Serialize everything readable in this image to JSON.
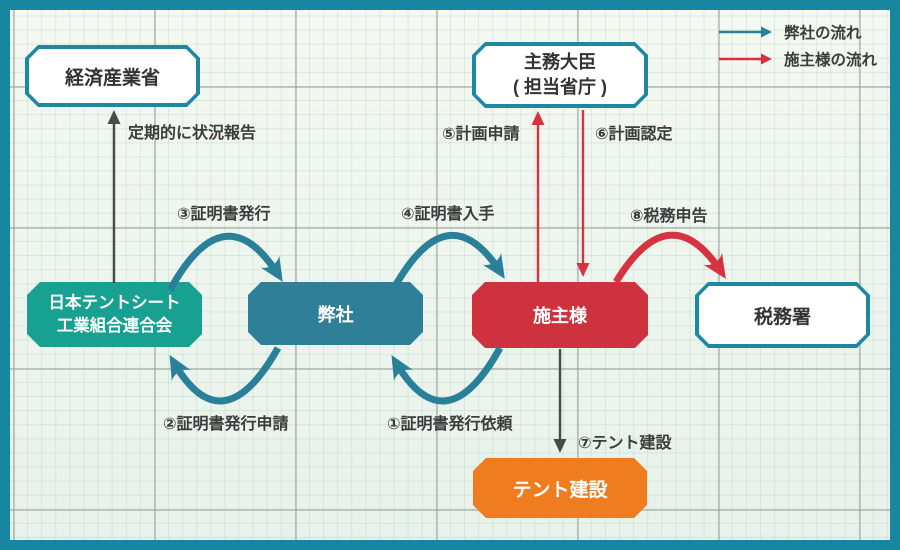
{
  "diagram": {
    "legend": [
      {
        "label": "弊社の流れ",
        "color": "#2a7f99"
      },
      {
        "label": "施主様の流れ",
        "color": "#d5333f"
      }
    ],
    "nodes": {
      "meti": {
        "label": "経済産業省"
      },
      "minister": {
        "line1": "主務大臣",
        "line2": "( 担当省庁 )"
      },
      "federation": {
        "line1": "日本テントシート",
        "line2": "工業組合連合会"
      },
      "our_company": {
        "label": "弊社"
      },
      "client": {
        "label": "施主様"
      },
      "tax_office": {
        "label": "税務署"
      },
      "tent": {
        "label": "テント建設"
      }
    },
    "edge_labels": {
      "report": "定期的に状況報告",
      "step1": "①証明書発行依頼",
      "step2": "②証明書発行申請",
      "step3": "③証明書発行",
      "step4": "④証明書入手",
      "step5": "⑤計画申請",
      "step6": "⑥計画認定",
      "step7": "⑦テント建設",
      "step8": "⑧税務申告"
    },
    "colors": {
      "frame": "#1786a0",
      "outline_node_border": "#1e88a3",
      "federation_fill": "#18a090",
      "our_company_fill": "#2e7f97",
      "client_fill": "#ce323e",
      "tent_fill": "#ef7d1f",
      "company_flow": "#2a7f99",
      "client_flow": "#d5333f",
      "neutral_arrow": "#4a4a4a"
    }
  }
}
